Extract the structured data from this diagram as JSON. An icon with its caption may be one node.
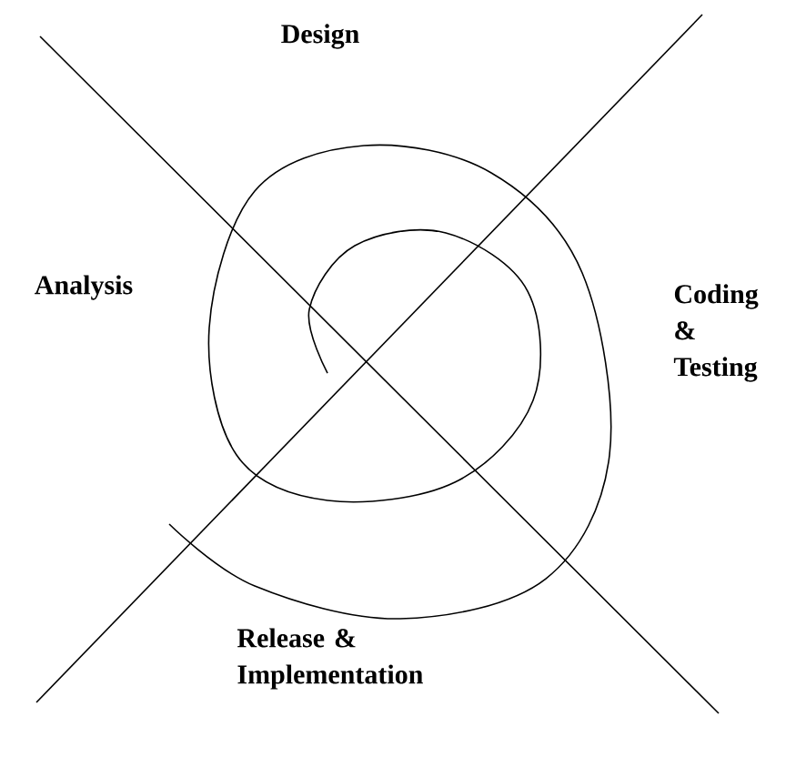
{
  "diagram": {
    "labels": [
      "Design",
      "Analysis",
      "Coding & Testing",
      "Release & Implementation"
    ]
  }
}
